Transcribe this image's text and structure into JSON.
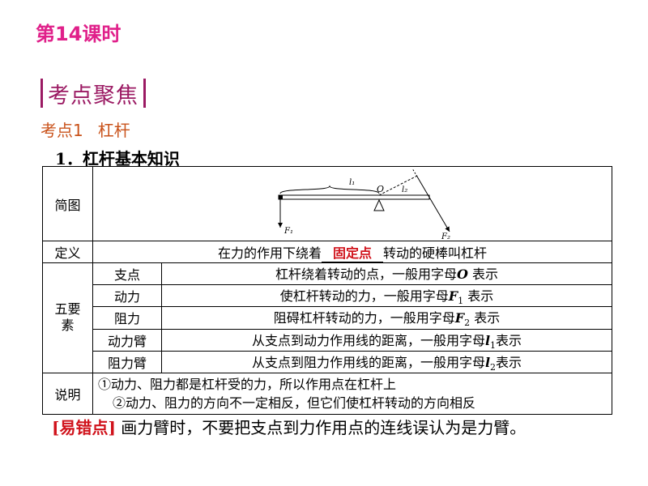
{
  "lesson_title": "第14课时",
  "focus_heading": "考点聚焦",
  "kaodian": {
    "label": "考点1",
    "topic": "杠杆"
  },
  "section_title": "1．杠杆基本知识",
  "table": {
    "diagram_label": "简图",
    "diagram": {
      "l1": "l₁",
      "O": "O",
      "l2": "l₂",
      "F1": "F₁",
      "F2": "F₂"
    },
    "definition_label": "定义",
    "definition_before": "在力的作用下绕着",
    "definition_blank": "固定点",
    "definition_after": "转动的硬棒叫杠杆",
    "elements_label": "五要素",
    "elements": [
      {
        "name": "支点",
        "pre": "杠杆绕着转动的点，一般用字母",
        "sym": "O",
        "sub": "",
        "post": " 表示"
      },
      {
        "name": "动力",
        "pre": "使杠杆转动的力，一般用字母",
        "sym": "F",
        "sub": "1",
        "post": " 表示"
      },
      {
        "name": "阻力",
        "pre": "阻碍杠杆转动的力，一般用字母",
        "sym": "F",
        "sub": "2",
        "post": " 表示"
      },
      {
        "name": "动力臂",
        "pre": "从支点到动力作用线的距离，一般用字母",
        "sym": "l",
        "sub": "1",
        "post": "表示"
      },
      {
        "name": "阻力臂",
        "pre": "从支点到阻力作用线的距离，一般用字母",
        "sym": "l",
        "sub": "2",
        "post": "表示"
      }
    ],
    "note_label": "说明",
    "notes": [
      "①动力、阻力都是杠杆受的力，所以作用点在杠杆上",
      "②动力、阻力的方向不一定相反，但它们使杠杆转动的方向相反"
    ]
  },
  "tip": {
    "tag": "[易错点]",
    "text": "画力臂时，不要把支点到力作用点的连线误认为是力臂。"
  },
  "colors": {
    "lesson": "#e0208a",
    "focus": "#9b1a63",
    "kaodian": "#c9521a",
    "emphasis": "#d0121b"
  }
}
